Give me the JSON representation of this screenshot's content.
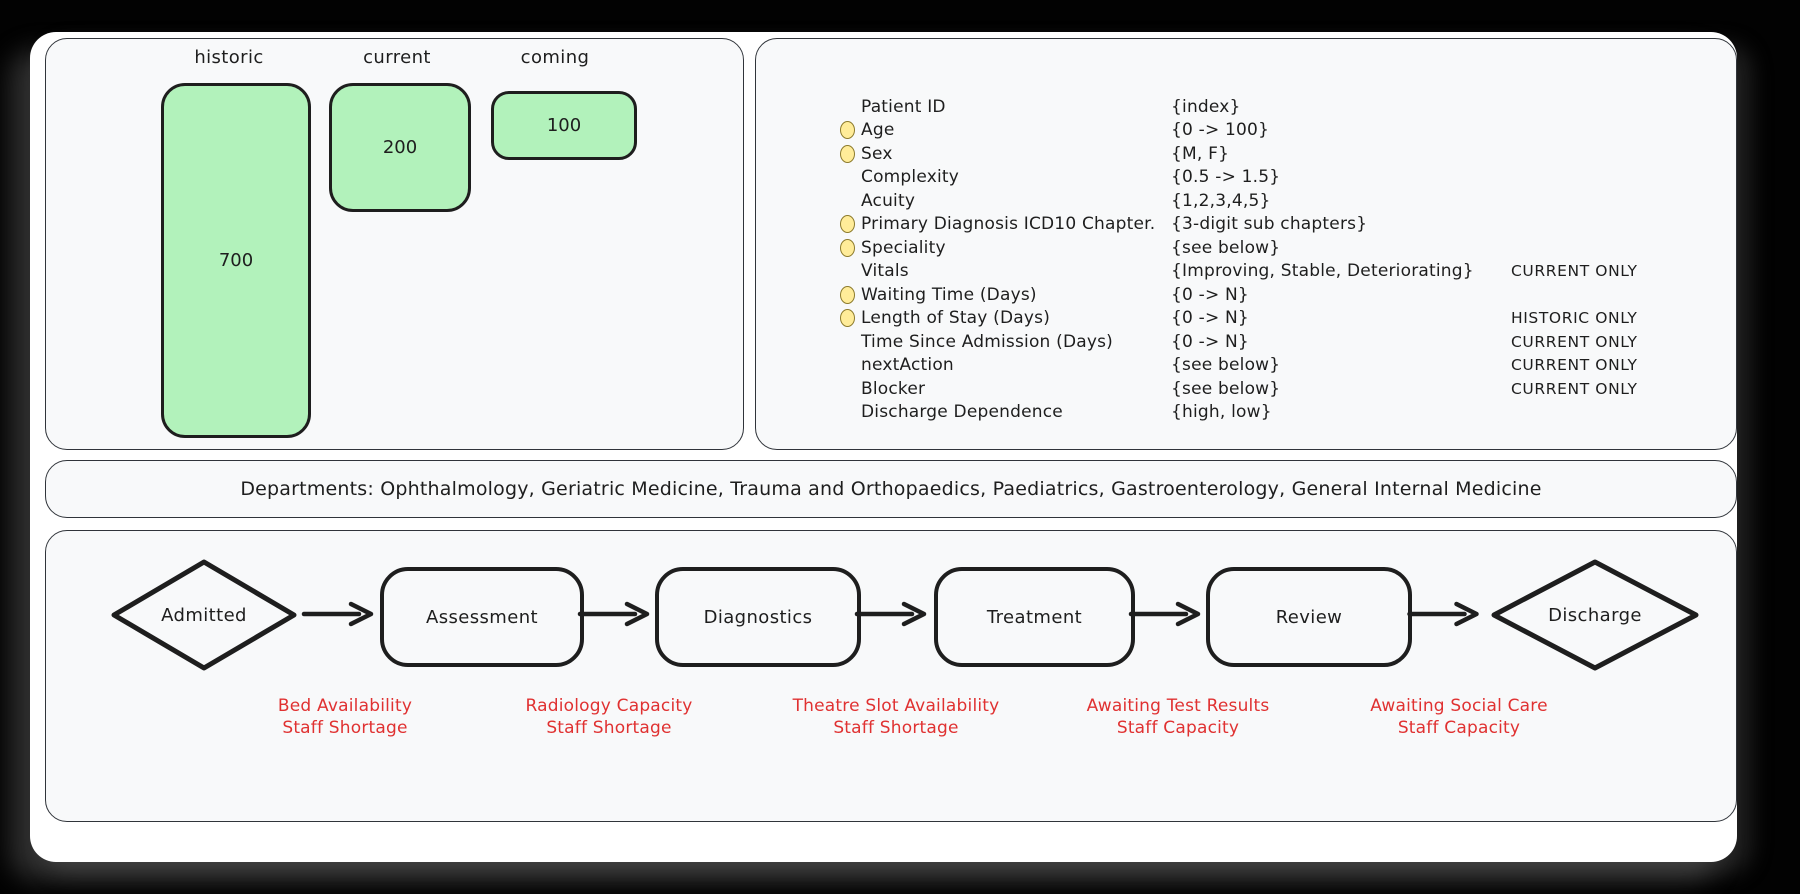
{
  "stock": {
    "items": [
      {
        "label": "historic",
        "count": "700"
      },
      {
        "label": "current",
        "count": "200"
      },
      {
        "label": "coming",
        "count": "100"
      }
    ]
  },
  "attributes": {
    "rows": [
      {
        "name": "Patient ID",
        "value": "{index}",
        "bullet": false,
        "note": ""
      },
      {
        "name": "Age",
        "value": "{0 -> 100}",
        "bullet": true,
        "note": ""
      },
      {
        "name": "Sex",
        "value": "{M, F}",
        "bullet": true,
        "note": ""
      },
      {
        "name": "Complexity",
        "value": "{0.5 -> 1.5}",
        "bullet": false,
        "note": ""
      },
      {
        "name": "Acuity",
        "value": "{1,2,3,4,5}",
        "bullet": false,
        "note": ""
      },
      {
        "name": "Primary Diagnosis ICD10 Chapter.",
        "value": "{3-digit sub chapters}",
        "bullet": true,
        "note": ""
      },
      {
        "name": "Speciality",
        "value": "{see below}",
        "bullet": true,
        "note": ""
      },
      {
        "name": "Vitals",
        "value": "{Improving, Stable, Deteriorating}",
        "bullet": false,
        "note": "CURRENT ONLY"
      },
      {
        "name": "Waiting Time (Days)",
        "value": "{0 -> N}",
        "bullet": true,
        "note": ""
      },
      {
        "name": "Length of Stay (Days)",
        "value": "{0 -> N}",
        "bullet": true,
        "note": "HISTORIC ONLY"
      },
      {
        "name": "Time Since Admission (Days)",
        "value": "{0 -> N}",
        "bullet": false,
        "note": "CURRENT ONLY"
      },
      {
        "name": "nextAction",
        "value": "{see below}",
        "bullet": false,
        "note": "CURRENT ONLY"
      },
      {
        "name": "Blocker",
        "value": "{see below}",
        "bullet": false,
        "note": "CURRENT ONLY"
      },
      {
        "name": "Discharge Dependence",
        "value": "{high, low}",
        "bullet": false,
        "note": ""
      }
    ]
  },
  "departments": {
    "text": "Departments: Ophthalmology, Geriatric Medicine, Trauma and Orthopaedics, Paediatrics, Gastroenterology, General Internal Medicine"
  },
  "flow": {
    "nodes": [
      {
        "label": "Admitted",
        "shape": "diamond"
      },
      {
        "label": "Assessment",
        "shape": "rect"
      },
      {
        "label": "Diagnostics",
        "shape": "rect"
      },
      {
        "label": "Treatment",
        "shape": "rect"
      },
      {
        "label": "Review",
        "shape": "rect"
      },
      {
        "label": "Discharge",
        "shape": "diamond"
      }
    ],
    "blockers": [
      {
        "line1": "Bed Availability",
        "line2": "Staff Shortage"
      },
      {
        "line1": "Radiology Capacity",
        "line2": "Staff Shortage"
      },
      {
        "line1": "Theatre Slot Availability",
        "line2": "Staff Shortage"
      },
      {
        "line1": "Awaiting Test Results",
        "line2": "Staff Capacity"
      },
      {
        "line1": "Awaiting Social Care",
        "line2": "Staff Capacity"
      }
    ]
  },
  "colors": {
    "stock_fill": "#b2f2bb",
    "shape_stroke": "#1e1e1e",
    "bullet_fill": "#ffec99",
    "blocker_text": "#e03131",
    "panel_bg": "#f8f9fa"
  }
}
